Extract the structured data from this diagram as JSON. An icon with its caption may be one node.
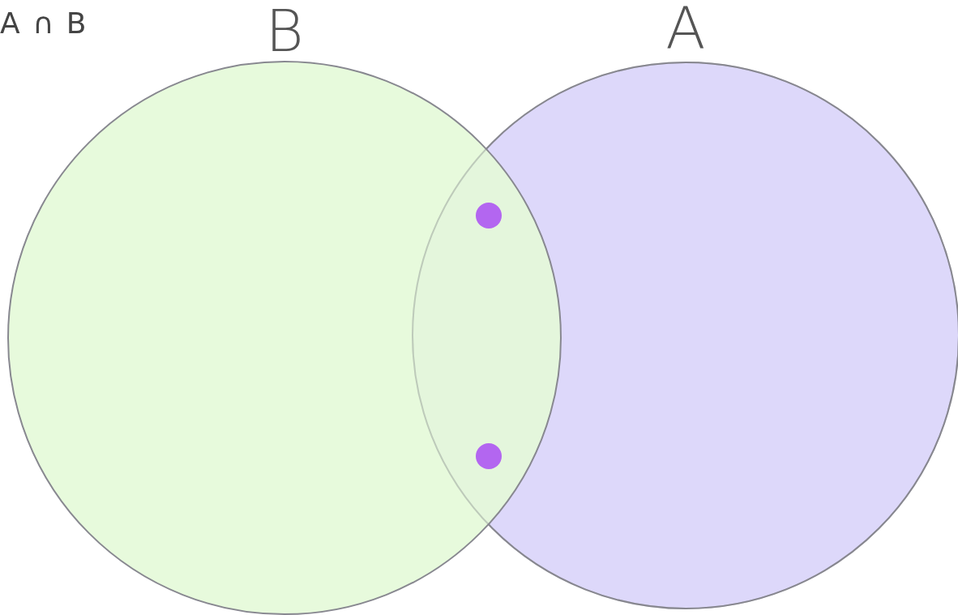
{
  "diagram": {
    "title": "A ∩ B",
    "nodes": [
      {
        "text": [
          "B"
        ]
      },
      {
        "text": [
          "A"
        ]
      }
    ]
  }
}
